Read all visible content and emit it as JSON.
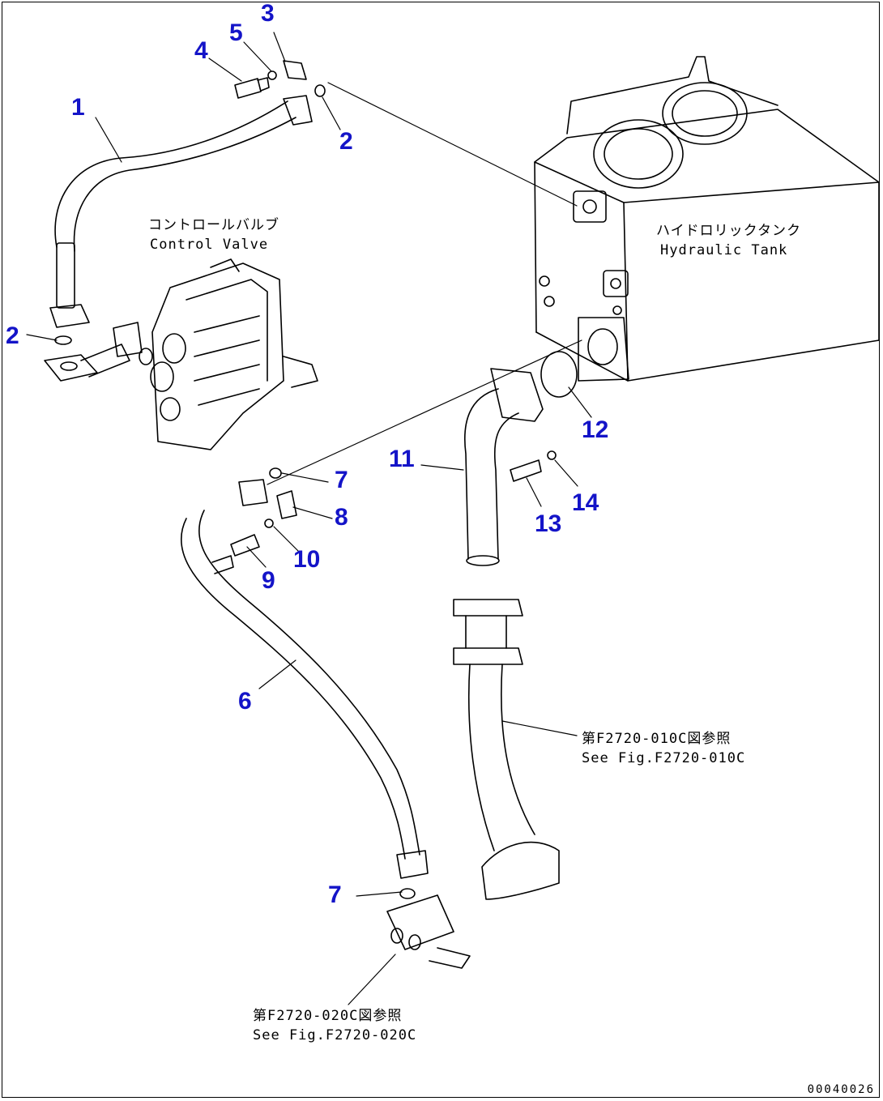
{
  "labels": {
    "control_valve_jp": "コントロールバルブ",
    "control_valve_en": "Control Valve",
    "hydraulic_tank_jp": "ハイドロリックタンク",
    "hydraulic_tank_en": "Hydraulic Tank",
    "ref_upper_jp": "第F2720-010C図参照",
    "ref_upper_en": "See Fig.F2720-010C",
    "ref_lower_jp": "第F2720-020C図参照",
    "ref_lower_en": "See Fig.F2720-020C"
  },
  "callouts": [
    "1",
    "2",
    "3",
    "4",
    "5",
    "2",
    "7",
    "8",
    "9",
    "10",
    "6",
    "11",
    "12",
    "13",
    "14",
    "7"
  ],
  "drawing_code": "00040026",
  "colors": {
    "callout": "#1414c8",
    "line": "#000000"
  }
}
